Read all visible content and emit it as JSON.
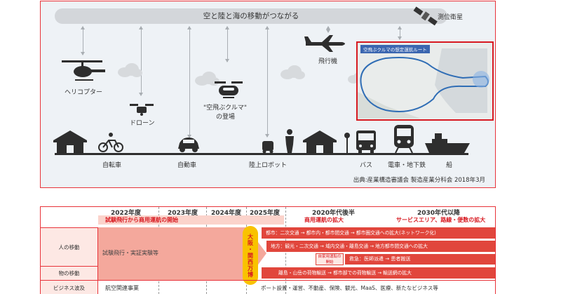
{
  "top": {
    "banner": "空と陸と海の移動がつながる",
    "satellite": "測位衛星",
    "helicopter": "ヘリコプター",
    "drone": "ドローン",
    "flying_car_line1": "\"空飛ぶクルマ\"",
    "flying_car_line2": "の登場",
    "airplane": "飛行機",
    "route_title": "空飛ぶクルマの想定運航ルート",
    "bicycle": "自転車",
    "car": "自動車",
    "robot": "陸上ロボット",
    "bus": "バス",
    "train": "電車・地下鉄",
    "ship": "船",
    "source": "出典:産業構造審議会 製造産業分科会 2018年3月"
  },
  "roadmap": {
    "years": [
      "2022年度",
      "2023年度",
      "2024年度",
      "2025年度",
      "2020年代後半",
      "2030年代以降"
    ],
    "phase1": "試験飛行から商用運航の開始",
    "phase2": "商用運航の拡大",
    "phase3": "サービスエリア、路線・便数の拡大",
    "row_people": "人の移動",
    "row_goods": "物の移動",
    "row_business": "ビジネス波及",
    "trial": "試験飛行・実証実験等",
    "expo": "大阪・関西万博",
    "bar1": "都市：二次交通 → 都市内・都市間交通 → 都市圏交通への拡大(ネットワーク化)",
    "bar2": "地方：観光・二次交通 → 域内交通・離島交通 → 地方都市間交通への拡大",
    "bar3_tag": "自家用運転の開始",
    "bar3": "救急：医師派遣 → 患者搬送",
    "bar4": "離島・山岳の荷物輸送 → 都市部での荷物輸送 → 輸送網の拡大",
    "aviation": "航空関連事業",
    "business": "ポート設置・運営、不動産、保険、観光、MaaS、医療、新たなビジネス等"
  }
}
